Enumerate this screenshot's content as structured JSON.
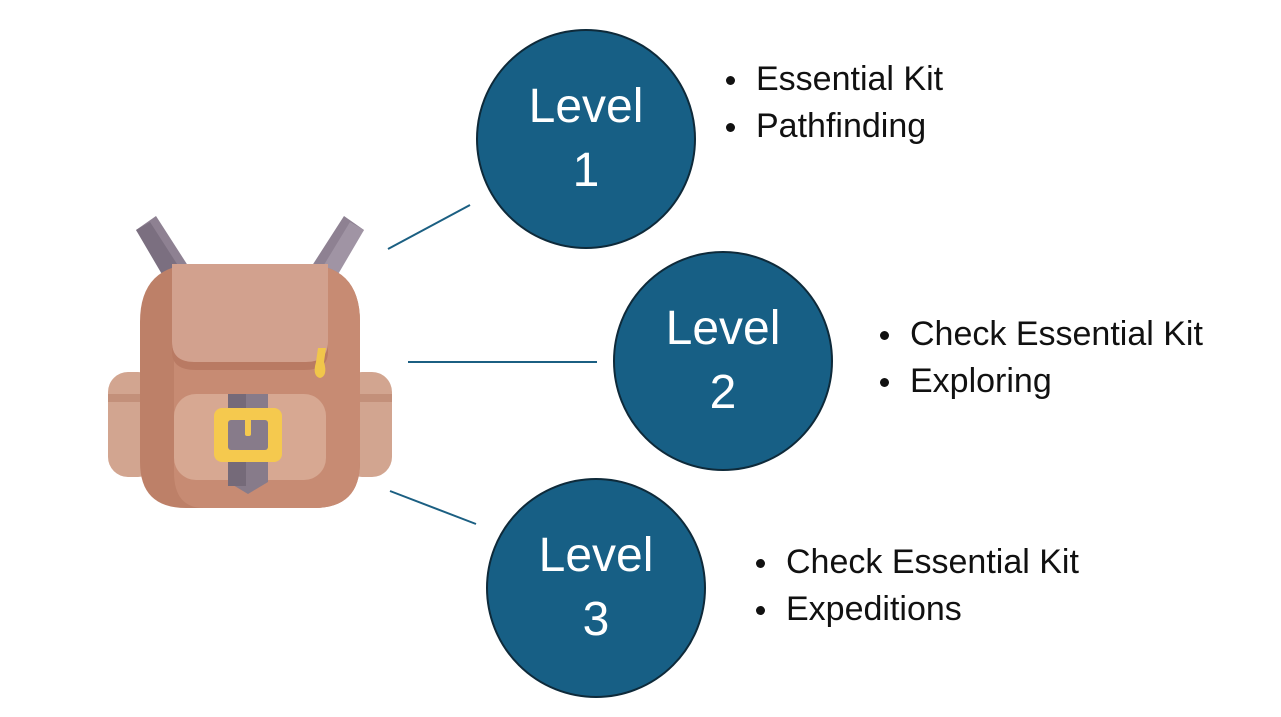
{
  "levels": [
    {
      "label": "Level",
      "number": "1",
      "bullets": [
        "Essential Kit",
        "Pathfinding"
      ]
    },
    {
      "label": "Level",
      "number": "2",
      "bullets": [
        "Check Essential Kit",
        "Exploring"
      ]
    },
    {
      "label": "Level",
      "number": "3",
      "bullets": [
        "Check Essential Kit",
        "Expeditions"
      ]
    }
  ],
  "colors": {
    "circle_fill": "#175f85",
    "circle_border": "#0e2a3a",
    "connector": "#1b5f82",
    "text": "#111111"
  },
  "icon": "backpack-icon"
}
